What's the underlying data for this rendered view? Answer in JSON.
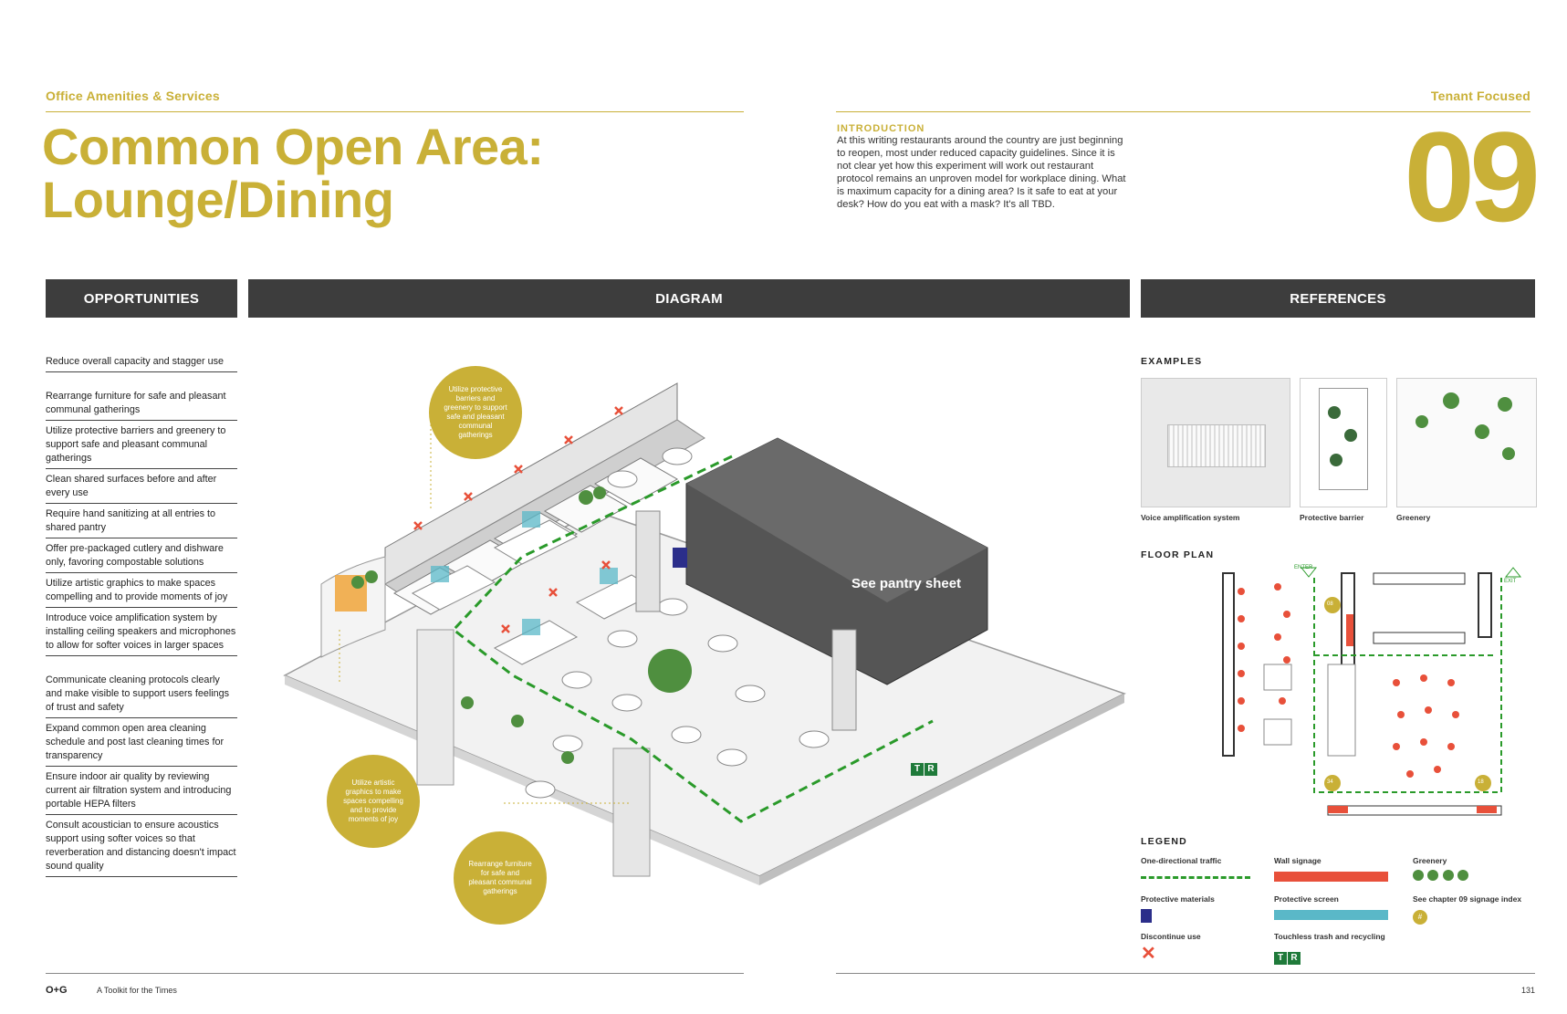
{
  "header": {
    "section": "Office Amenities & Services",
    "category": "Tenant Focused",
    "title_line1": "Common Open Area:",
    "title_line2": "Lounge/Dining",
    "chapter": "09"
  },
  "intro": {
    "heading": "INTRODUCTION",
    "body": "At this writing restaurants around the country are just beginning to reopen, most under reduced capacity guidelines. Since it is not clear yet how this experiment will work out restaurant protocol remains an unproven model for workplace dining. What is maximum capacity for a dining area? Is it safe to eat at your desk? How do you eat with a mask? It's all TBD."
  },
  "bars": {
    "opportunities": "OPPORTUNITIES",
    "diagram": "DIAGRAM",
    "references": "REFERENCES"
  },
  "opportunities": [
    "Reduce overall capacity and stagger use",
    "Rearrange furniture for safe and pleasant communal gatherings",
    "Utilize protective barriers and greenery to support safe and pleasant communal gatherings",
    "Clean shared surfaces before and after every use",
    "Require hand sanitizing at all entries to shared pantry",
    "Offer pre-packaged cutlery and dishware only, favoring compostable solutions",
    "Utilize artistic graphics to make spaces compelling and to provide moments of joy",
    "Introduce voice amplification system by installing ceiling speakers and microphones to allow for softer voices in larger spaces",
    "Communicate cleaning protocols clearly and make visible to support users feelings of trust and safety",
    "Expand common open area cleaning schedule and post last cleaning times for transparency",
    "Ensure indoor air quality by reviewing current air filtration system and introducing portable HEPA filters",
    "Consult acoustician to ensure acoustics support using softer voices so that reverberation and distancing doesn't impact sound quality"
  ],
  "diagram": {
    "callout1": "Utilize protective barriers and greenery to support safe and pleasant communal gatherings",
    "callout2": "Utilize artistic graphics to make spaces compelling and to provide moments of joy",
    "callout3": "Rearrange furniture for safe and pleasant communal gatherings",
    "pantry_label": "See pantry sheet",
    "t": "T",
    "r": "R"
  },
  "references": {
    "examples_heading": "EXAMPLES",
    "examples": [
      "Voice amplification system",
      "Protective barrier",
      "Greenery"
    ],
    "floorplan_heading": "FLOOR PLAN",
    "fp_enter": "ENTER",
    "fp_exit": "EXIT",
    "fp_badges": [
      "08",
      "34",
      "18"
    ],
    "legend_heading": "LEGEND",
    "legend": {
      "traffic": "One-directional traffic",
      "wall_signage": "Wall signage",
      "greenery": "Greenery",
      "protective_materials": "Protective materials",
      "protective_screen": "Protective screen",
      "signage_index": "See chapter 09 signage index",
      "discontinue": "Discontinue use",
      "touchless": "Touchless trash and recycling",
      "index_dot": "#"
    }
  },
  "footer": {
    "logo": "O+G",
    "left": "A Toolkit for the Times",
    "page": "131"
  },
  "colors": {
    "gold": "#c9b037",
    "bar": "#3d3d3d",
    "green": "#2a9a2a",
    "red": "#e8503a",
    "screen": "#5ab8c8",
    "trash": "#1f7a3a"
  }
}
